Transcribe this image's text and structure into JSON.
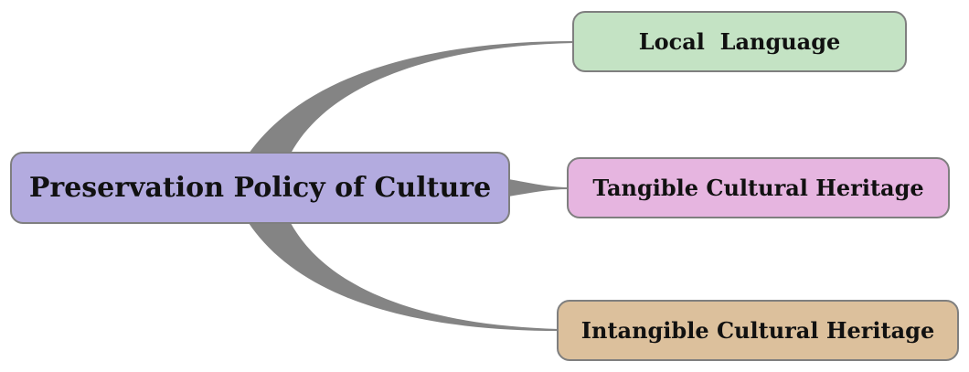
{
  "root": {
    "label": "Preservation Policy of Culture",
    "color": "#b3abdf"
  },
  "branches": [
    {
      "label": "Local  Language",
      "color": "#c4e3c4"
    },
    {
      "label": "Tangible Cultural Heritage",
      "color": "#e6b5e0"
    },
    {
      "label": "Intangible Cultural Heritage",
      "color": "#dcc09c"
    }
  ],
  "connector_color": "#848484",
  "border_color": "#7f7f7f"
}
